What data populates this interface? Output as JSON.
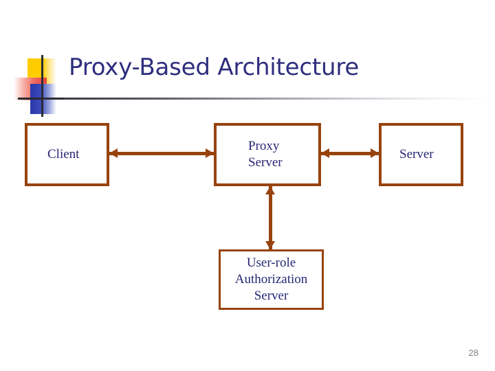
{
  "slide": {
    "title": "Proxy-Based Architecture",
    "page_number": "28",
    "background_color": "#ffffff",
    "title_color": "#2e2e7e",
    "accent_color": "#97430d",
    "node_text_color": "#262674"
  },
  "logo": {
    "yellow_color": "#ffcc00",
    "red_color": "#e8453c",
    "blue_color": "#2b39a8",
    "cross_color": "#2b2b33"
  },
  "diagram": {
    "nodes": [
      {
        "id": "client",
        "label": "Client"
      },
      {
        "id": "proxy",
        "label": "Proxy\nServer"
      },
      {
        "id": "server",
        "label": "Server"
      },
      {
        "id": "auth",
        "label": "User-role\nAuthorization\nServer"
      }
    ],
    "connections": [
      {
        "from": "client",
        "to": "proxy",
        "direction": "bidirectional",
        "orientation": "horizontal"
      },
      {
        "from": "proxy",
        "to": "server",
        "direction": "bidirectional",
        "orientation": "horizontal"
      },
      {
        "from": "proxy",
        "to": "auth",
        "direction": "bidirectional",
        "orientation": "vertical"
      }
    ]
  }
}
